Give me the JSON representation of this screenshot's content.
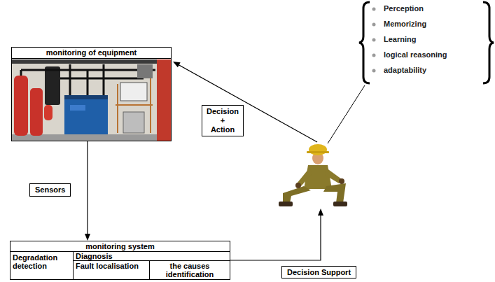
{
  "diagram": {
    "nodes": [
      {
        "text": [
          "monitoring of equipment"
        ]
      },
      {
        "text": [
          "monitoring system"
        ]
      },
      {
        "text": [
          "Degradation detection"
        ],
        "in": 1
      },
      {
        "text": [
          "Diagnosis"
        ],
        "in": 1
      },
      {
        "text": [
          "Fault localisation"
        ],
        "in": 3
      },
      {
        "text": [
          "the causes identification"
        ],
        "in": 3
      },
      {
        "text": [
          "Perception",
          "Memorizing",
          "Learning",
          "logical reasoning",
          "adaptability"
        ]
      }
    ],
    "edges": [
      {
        "from": 0,
        "to": 1,
        "arrow": "to",
        "label": "Sensors"
      }
    ],
    "labels": [
      "Decision + Action",
      "Decision Support"
    ]
  }
}
